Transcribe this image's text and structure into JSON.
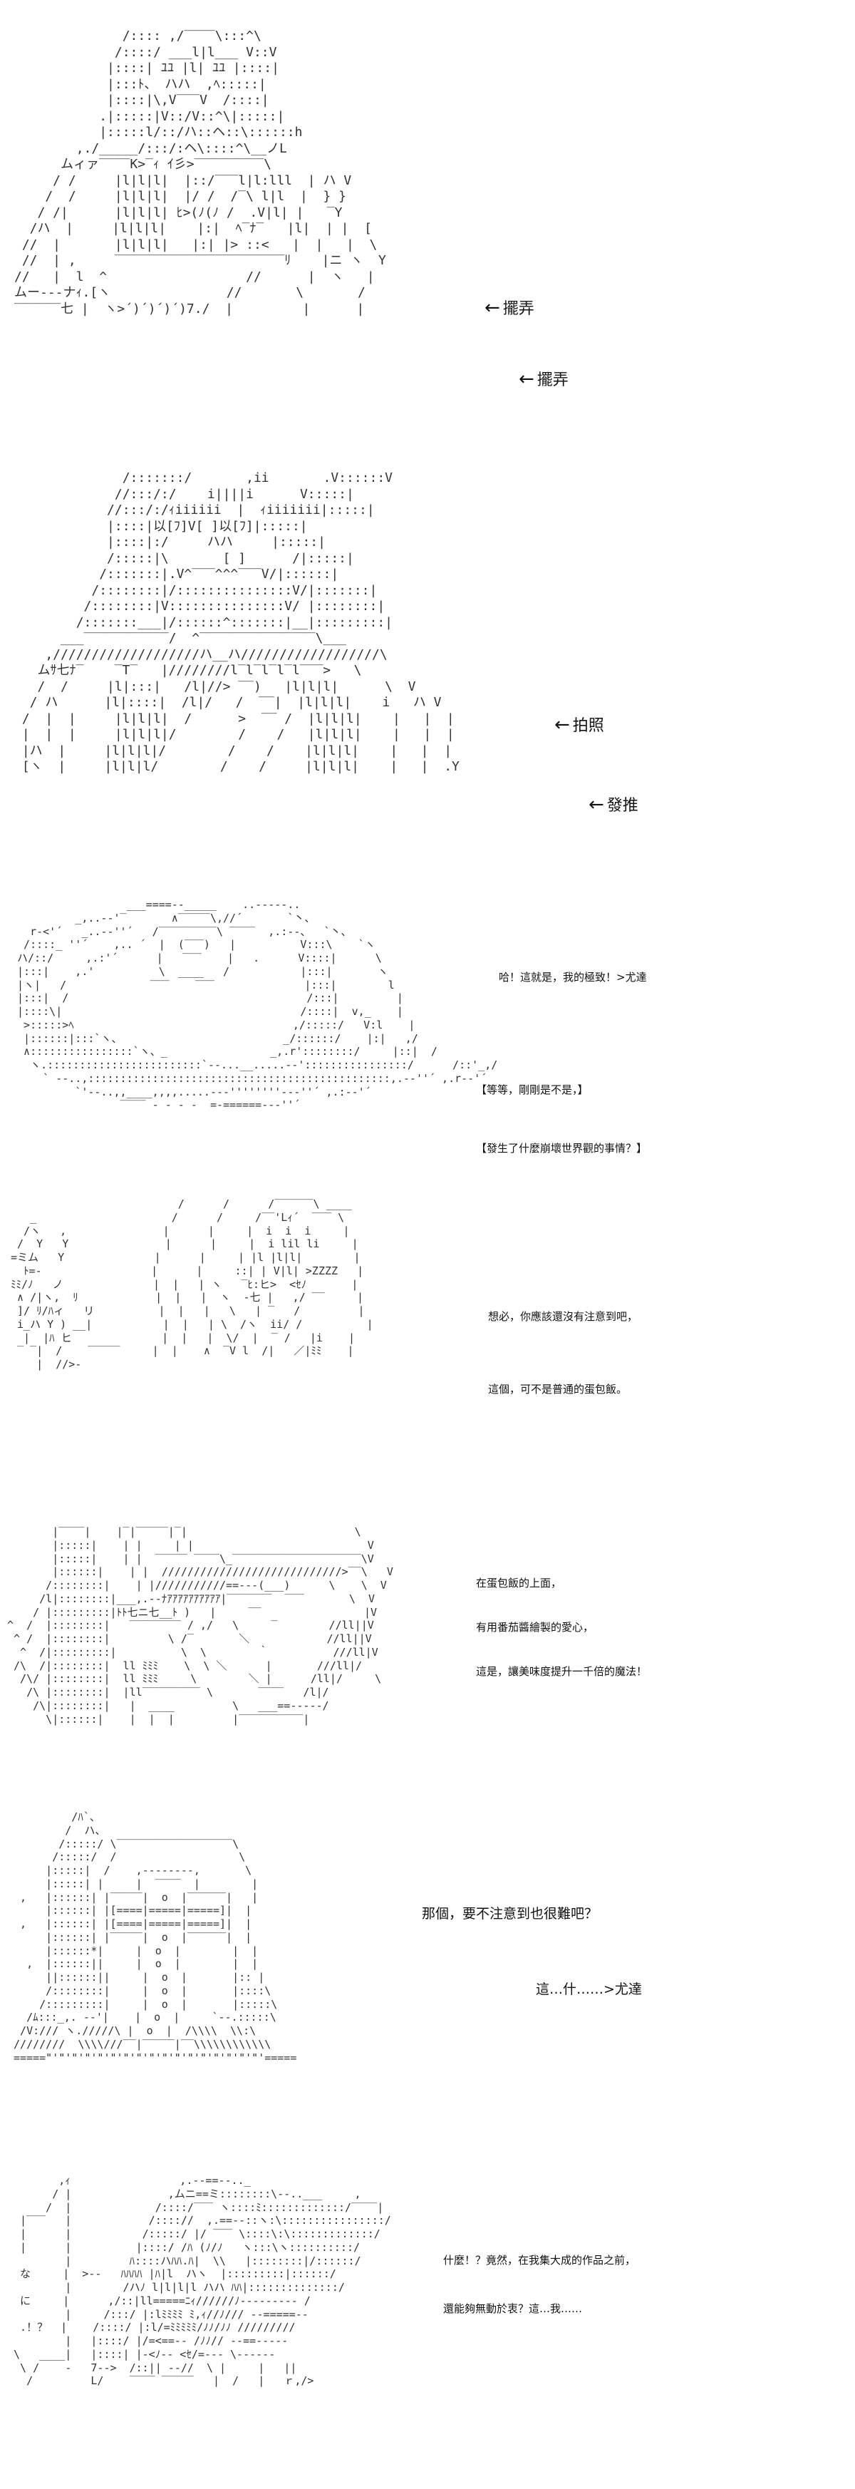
{
  "panels": [
    {
      "name": "panel-1",
      "captions": [
        {
          "text": "擺弄",
          "arrow": "←"
        },
        {
          "text": "擺弄",
          "arrow": "←"
        }
      ]
    },
    {
      "name": "panel-2",
      "captions": [
        {
          "text": "拍照",
          "arrow": "←"
        },
        {
          "text": "發推",
          "arrow": "←"
        }
      ]
    },
    {
      "name": "panel-3",
      "captions": [
        {
          "text": "哈！這就是，我的極致！>尤達"
        },
        {
          "text": "【等等，剛剛是不是，】"
        },
        {
          "text": "【發生了什麼崩壞世界觀的事情？】"
        }
      ]
    },
    {
      "name": "panel-4",
      "captions": [
        {
          "text": "想必，你應該還沒有注意到吧，"
        },
        {
          "text": "這個，可不是普通的蛋包飯。"
        }
      ]
    },
    {
      "name": "panel-5",
      "captions": [
        {
          "text": "在蛋包飯的上面，"
        },
        {
          "text": "有用番茄醬繪製的愛心，"
        },
        {
          "text": "這是，讓美味度提升一千倍的魔法！"
        }
      ]
    },
    {
      "name": "panel-6",
      "captions": [
        {
          "text": "那個，要不注意到也很難吧？"
        },
        {
          "text": "這…什……>尤達"
        }
      ]
    },
    {
      "name": "panel-7",
      "captions": [
        {
          "text": "什麼！？竟然，在我集大成的作品之前，"
        },
        {
          "text": "還能夠無動於衷？這…我……"
        }
      ]
    }
  ]
}
